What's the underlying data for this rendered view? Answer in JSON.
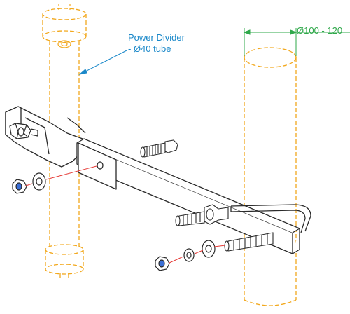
{
  "annotations": {
    "power_divider_line1": "Power Divider",
    "power_divider_line2": "- Ø40 tube",
    "mast_diameter": "Ø100 - 120"
  },
  "colors": {
    "outline": "#2a2a2a",
    "tube_dashed": "#f2a81d",
    "callout_text": "#1a88c9",
    "dimension": "#2fa84a",
    "assembly_line": "#e53935",
    "nut_fill": "#3b6fd6"
  }
}
